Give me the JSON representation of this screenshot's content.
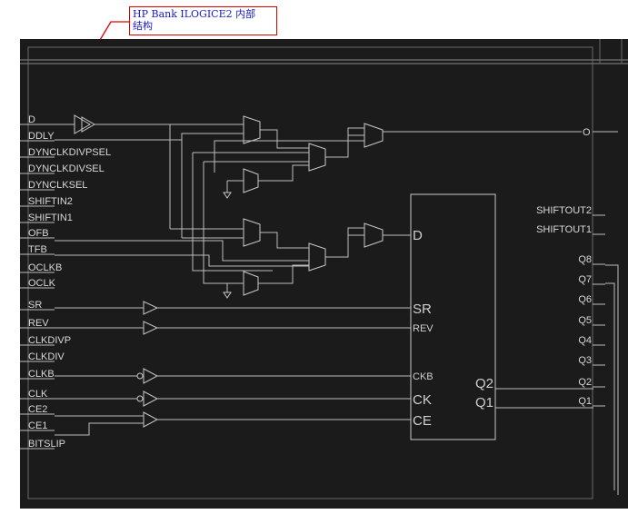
{
  "callout": {
    "line1": "HP Bank ILOGICE2 内部",
    "line2": "结构"
  },
  "colors": {
    "canvas": "#1b1b1b",
    "wire": "#bdbdbd",
    "text": "#d8d8d8",
    "callout_border": "#e00000",
    "callout_text": "#1a1ad0",
    "arrow": "#e00000"
  },
  "left_pins": [
    "D",
    "DDLY",
    "DYNCLKDIVPSEL",
    "DYNCLKDIVSEL",
    "DYNCLKSEL",
    "SHIFTIN2",
    "SHIFTIN1",
    "OFB",
    "TFB",
    "OCLKB",
    "OCLK",
    "SR",
    "REV",
    "CLKDIVP",
    "CLKDIV",
    "CLKB",
    "CLK",
    "CE2",
    "CE1",
    "BITSLIP"
  ],
  "right_pins": [
    "O",
    "SHIFTOUT2",
    "SHIFTOUT1",
    "Q8",
    "Q7",
    "Q6",
    "Q5",
    "Q4",
    "Q3",
    "Q2",
    "Q1"
  ],
  "serdes_block": {
    "inputs": [
      "D",
      "SR",
      "REV",
      "CKB",
      "CK",
      "CE"
    ],
    "outputs": [
      "Q2",
      "Q1"
    ]
  }
}
